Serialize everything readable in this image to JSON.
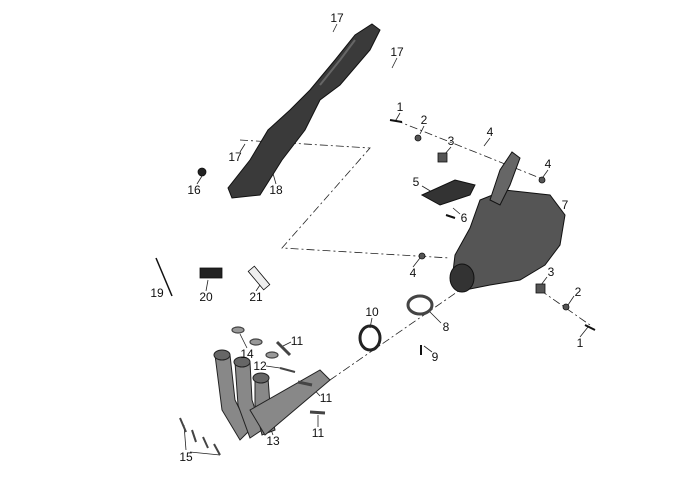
{
  "diagram": {
    "title": "Exhaust system exploded view",
    "callouts": [
      {
        "id": "c1",
        "text": "17"
      },
      {
        "id": "c2",
        "text": "17"
      },
      {
        "id": "c3",
        "text": "1"
      },
      {
        "id": "c4",
        "text": "2"
      },
      {
        "id": "c5",
        "text": "3"
      },
      {
        "id": "c6",
        "text": "4"
      },
      {
        "id": "c7",
        "text": "4"
      },
      {
        "id": "c8",
        "text": "5"
      },
      {
        "id": "c9",
        "text": "6"
      },
      {
        "id": "c10",
        "text": "7"
      },
      {
        "id": "c11",
        "text": "17"
      },
      {
        "id": "c12",
        "text": "16"
      },
      {
        "id": "c13",
        "text": "18"
      },
      {
        "id": "c14",
        "text": "19"
      },
      {
        "id": "c15",
        "text": "20"
      },
      {
        "id": "c16",
        "text": "21"
      },
      {
        "id": "c17",
        "text": "4"
      },
      {
        "id": "c18",
        "text": "3"
      },
      {
        "id": "c19",
        "text": "2"
      },
      {
        "id": "c20",
        "text": "1"
      },
      {
        "id": "c21",
        "text": "10"
      },
      {
        "id": "c22",
        "text": "8"
      },
      {
        "id": "c23",
        "text": "9"
      },
      {
        "id": "c24",
        "text": "11"
      },
      {
        "id": "c25",
        "text": "14"
      },
      {
        "id": "c26",
        "text": "12"
      },
      {
        "id": "c27",
        "text": "11"
      },
      {
        "id": "c28",
        "text": "11"
      },
      {
        "id": "c29",
        "text": "13"
      },
      {
        "id": "c30",
        "text": "15"
      }
    ]
  }
}
